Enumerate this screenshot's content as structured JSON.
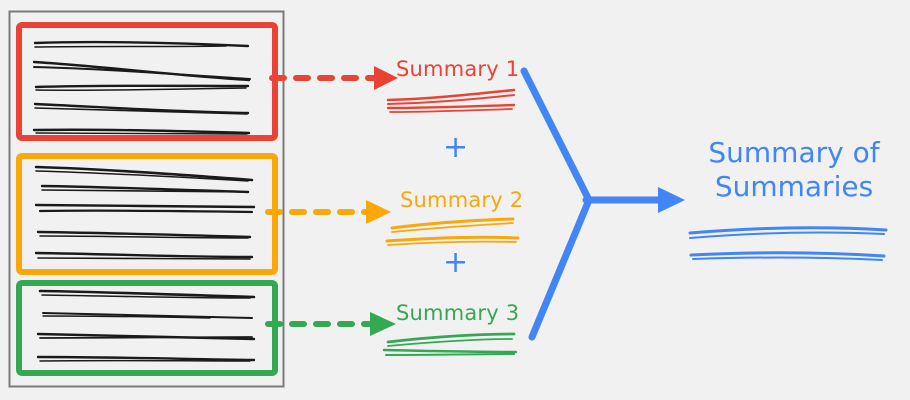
{
  "diagram": {
    "title_visible": false,
    "type": "summarization-pipeline",
    "colors": {
      "background": "#F1F1F1",
      "frame_gray": "#7A7A7A",
      "red": "#EA4335",
      "orange": "#F9A70A",
      "green": "#34A853",
      "blue": "#4285F4",
      "scribble": "#1A1A1A"
    },
    "document_frame": {
      "name": "source-document",
      "chunks": [
        {
          "id": "chunk-1",
          "color": "#EA4335",
          "text_lines": 5
        },
        {
          "id": "chunk-2",
          "color": "#F9A70A",
          "text_lines": 5
        },
        {
          "id": "chunk-3",
          "color": "#34A853",
          "text_lines": 4
        }
      ]
    },
    "summaries": [
      {
        "id": "summary-1",
        "label": "Summary 1",
        "color": "#EA4335",
        "arrow": "dashed"
      },
      {
        "id": "summary-2",
        "label": "Summary 2",
        "color": "#F9A70A",
        "arrow": "dashed"
      },
      {
        "id": "summary-3",
        "label": "Summary 3",
        "color": "#34A853",
        "arrow": "dashed"
      }
    ],
    "operators": [
      {
        "id": "plus-1",
        "symbol": "+",
        "color": "#4285F4"
      },
      {
        "id": "plus-2",
        "symbol": "+",
        "color": "#4285F4"
      }
    ],
    "final": {
      "id": "summary-of-summaries",
      "label": "Summary of Summaries",
      "line_1": "Summary of",
      "line_2": "Summaries",
      "color": "#4285F4",
      "arrow": "solid-merge"
    }
  }
}
